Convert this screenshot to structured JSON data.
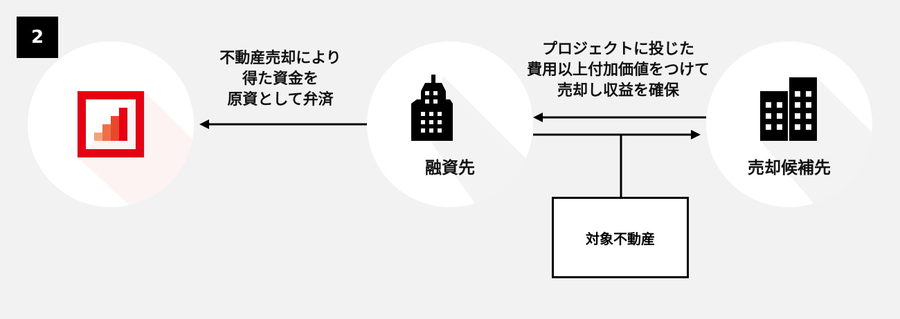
{
  "step_number": "2",
  "lender_label": "融資先",
  "buyer_label": "売却候補先",
  "property_label": "対象不動産",
  "left_arrow_text": "不動産売却により\n得た資金を\n原資として弁済",
  "right_arrow_text": "プロジェクトに投じた\n費用以上付加価値をつけて\n売却し収益を確保",
  "colors": {
    "brand_red": "#e60012",
    "background": "#f2f2f2"
  }
}
